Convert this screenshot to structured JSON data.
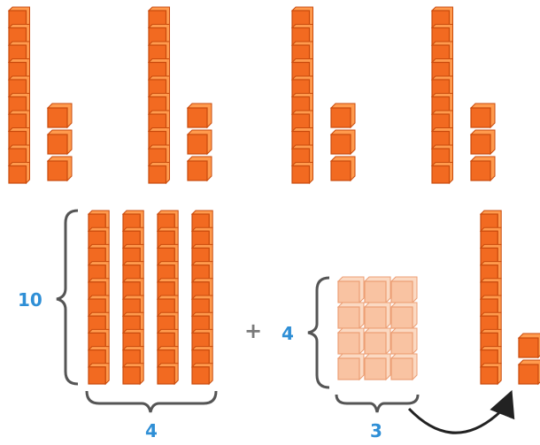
{
  "colors": {
    "cube": "#f26a21",
    "cube_top": "#ff9a4d",
    "cube_edge": "#c94a0c",
    "faded_cube": "#f9c3a2",
    "faded_top": "#fbd9c2",
    "faded_edge": "#ec9e74",
    "label": "#2f8fd6",
    "brace": "#555555",
    "operator": "#7a7a7a"
  },
  "top_row": {
    "groups": [
      {
        "tens": 1,
        "ones": 3
      },
      {
        "tens": 1,
        "ones": 3
      },
      {
        "tens": 1,
        "ones": 3
      },
      {
        "tens": 1,
        "ones": 3
      }
    ]
  },
  "bottom": {
    "tens_group": {
      "rods": 4,
      "rod_length": 10,
      "height_label": "10",
      "width_label": "4"
    },
    "operator": "+",
    "ones_group": {
      "rows": 4,
      "cols": 3,
      "height_label": "4",
      "width_label": "3"
    },
    "result": {
      "tens": 1,
      "ones": 2
    },
    "arrow_icon": "curved-arrow-icon"
  }
}
